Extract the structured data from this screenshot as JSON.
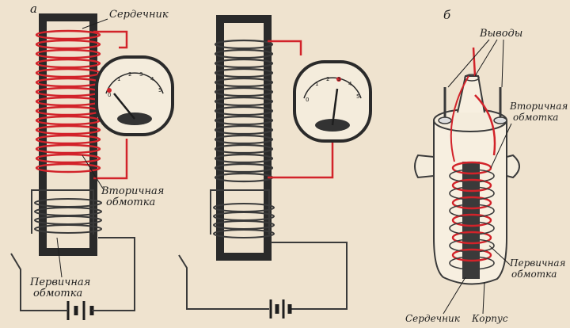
{
  "panel_a": {
    "letter": "а",
    "core_label": "Сердечник",
    "secondary_label_line1": "Вторичная",
    "secondary_label_line2": "обмотка",
    "primary_label_line1": "Первичная",
    "primary_label_line2": "обмотка"
  },
  "panel_b": {
    "letter": "б",
    "terminals_label": "Выводы",
    "secondary_label_line1": "Вторичная",
    "secondary_label_line2": "обмотка",
    "primary_label_line1": "Первичная",
    "primary_label_line2": "обмотка",
    "core_label": "Сердечник",
    "case_label": "Корпус"
  },
  "meter": {
    "scale": [
      "0",
      "1",
      "2",
      "3",
      "4",
      "5"
    ]
  },
  "colors": {
    "paper": "#efe3cf",
    "ink": "#1e1e1e",
    "core": "#2a2a2a",
    "red_wire": "#d2232a",
    "wire": "#3a3a3a"
  }
}
